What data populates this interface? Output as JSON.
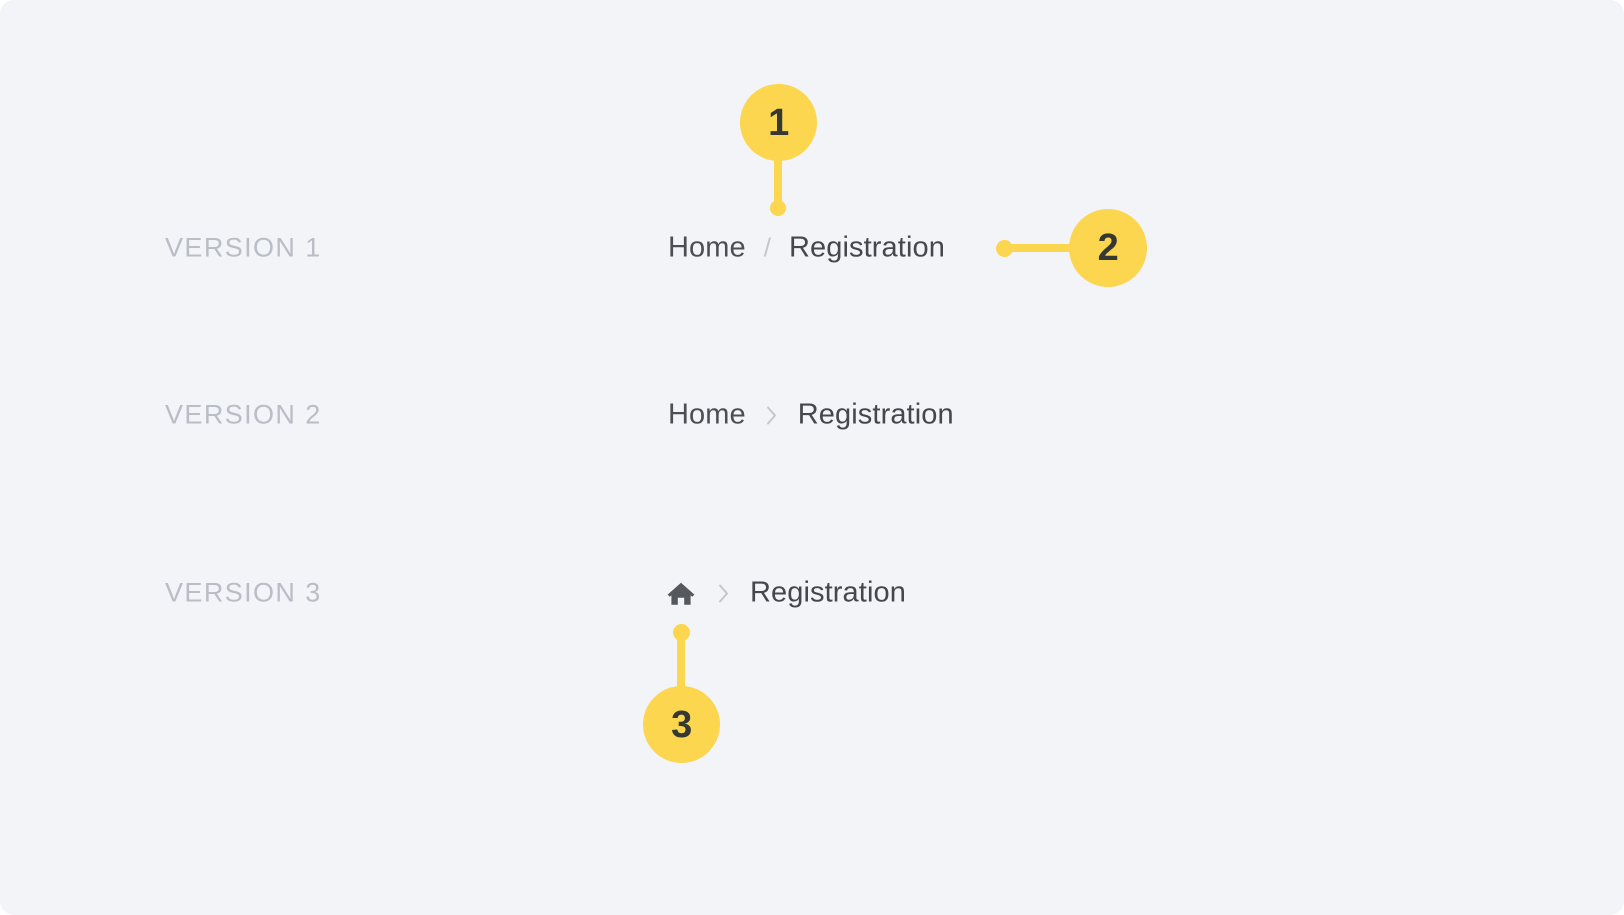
{
  "page": {
    "background_color": "#f2f4f7",
    "accent_color": "#fcd64f",
    "marker_number_color": "#353833",
    "label_color": "#b9bdc5",
    "crumb_color": "#4b4e53"
  },
  "rows": [
    {
      "label": "VERSION 1",
      "separator_style": "slash",
      "separator_char": "/",
      "items": [
        {
          "label": "Home",
          "type": "link"
        },
        {
          "label": "Registration",
          "type": "current"
        }
      ]
    },
    {
      "label": "VERSION 2",
      "separator_style": "chevron",
      "separator_char": "›",
      "items": [
        {
          "label": "Home",
          "type": "link"
        },
        {
          "label": "Registration",
          "type": "current"
        }
      ]
    },
    {
      "label": "VERSION 3",
      "separator_style": "chevron",
      "separator_char": "›",
      "items": [
        {
          "label": "Home",
          "type": "home-icon"
        },
        {
          "label": "Registration",
          "type": "current"
        }
      ]
    }
  ],
  "markers": [
    {
      "number": "1",
      "target": "breadcrumb-separator-slash",
      "orientation": "above"
    },
    {
      "number": "2",
      "target": "breadcrumb-current-item",
      "orientation": "right"
    },
    {
      "number": "3",
      "target": "breadcrumb-home-icon",
      "orientation": "below"
    }
  ]
}
